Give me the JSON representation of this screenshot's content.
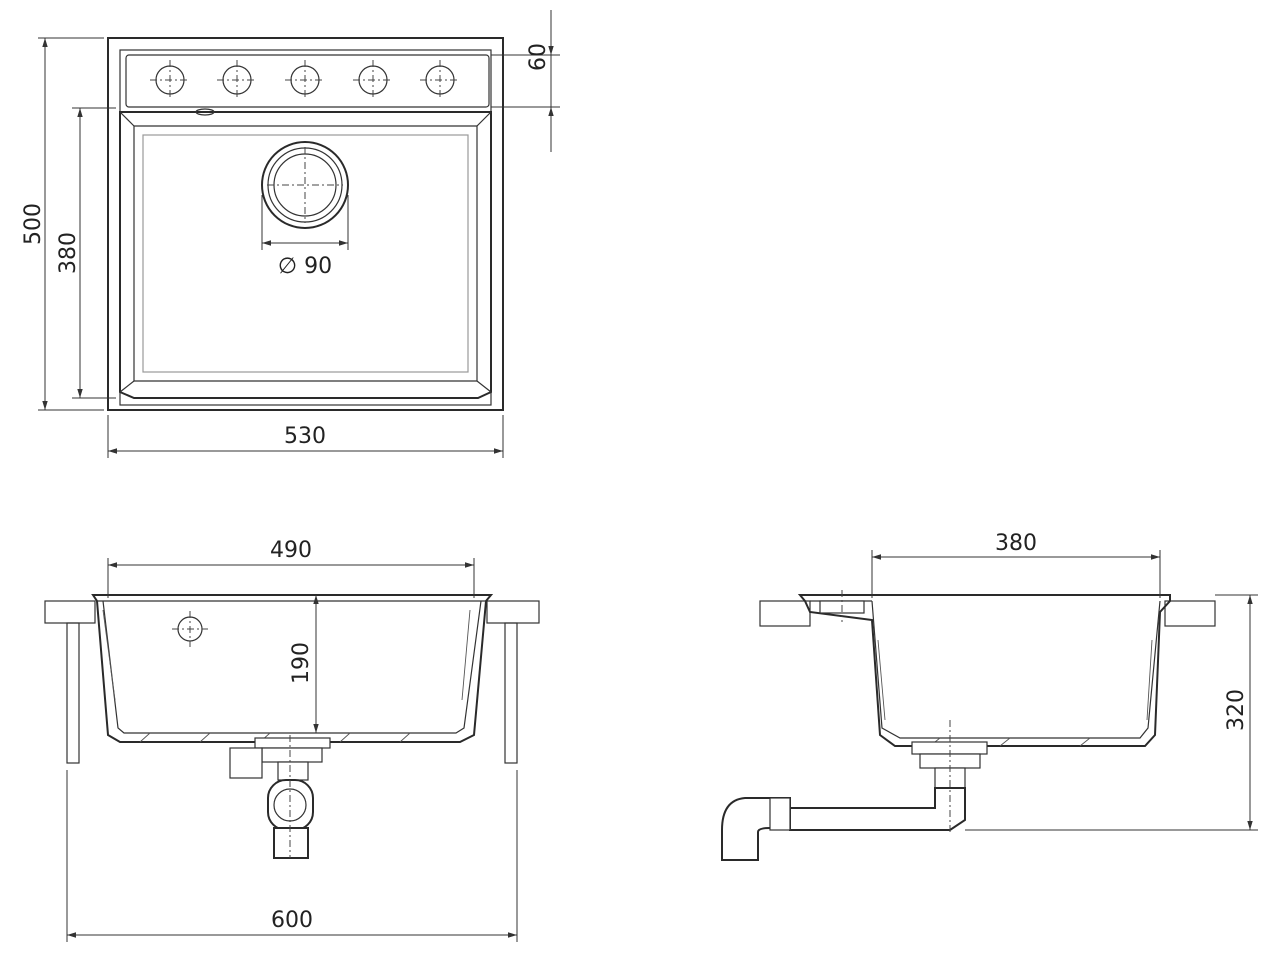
{
  "dimensions": {
    "top_width": "530",
    "top_height": "500",
    "bowl_height": "380",
    "deck_depth": "60",
    "drain_diameter": "∅ 90",
    "front_inner_width": "490",
    "front_depth": "190",
    "front_cutout_width": "600",
    "side_bowl_width": "380",
    "side_total_depth": "320"
  },
  "tap_holes": 5
}
